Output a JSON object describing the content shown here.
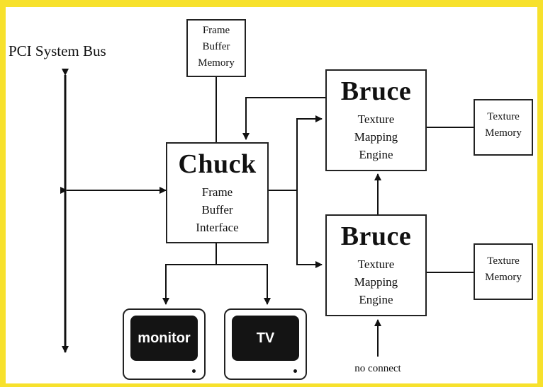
{
  "bus": {
    "label": "PCI System Bus"
  },
  "frame_buffer_memory": {
    "line1": "Frame",
    "line2": "Buffer",
    "line3": "Memory"
  },
  "chuck": {
    "name": "Chuck",
    "line1": "Frame",
    "line2": "Buffer",
    "line3": "Interface"
  },
  "bruce_top": {
    "name": "Bruce",
    "line1": "Texture",
    "line2": "Mapping",
    "line3": "Engine"
  },
  "bruce_bottom": {
    "name": "Bruce",
    "line1": "Texture",
    "line2": "Mapping",
    "line3": "Engine"
  },
  "texture_memory_top": {
    "line1": "Texture",
    "line2": "Memory"
  },
  "texture_memory_bottom": {
    "line1": "Texture",
    "line2": "Memory"
  },
  "monitor": {
    "label": "monitor"
  },
  "tv": {
    "label": "TV"
  },
  "no_connect": {
    "label": "no connect"
  },
  "colors": {
    "frame": "#f7e12c",
    "ink": "#111111",
    "background": "#ffffff"
  }
}
